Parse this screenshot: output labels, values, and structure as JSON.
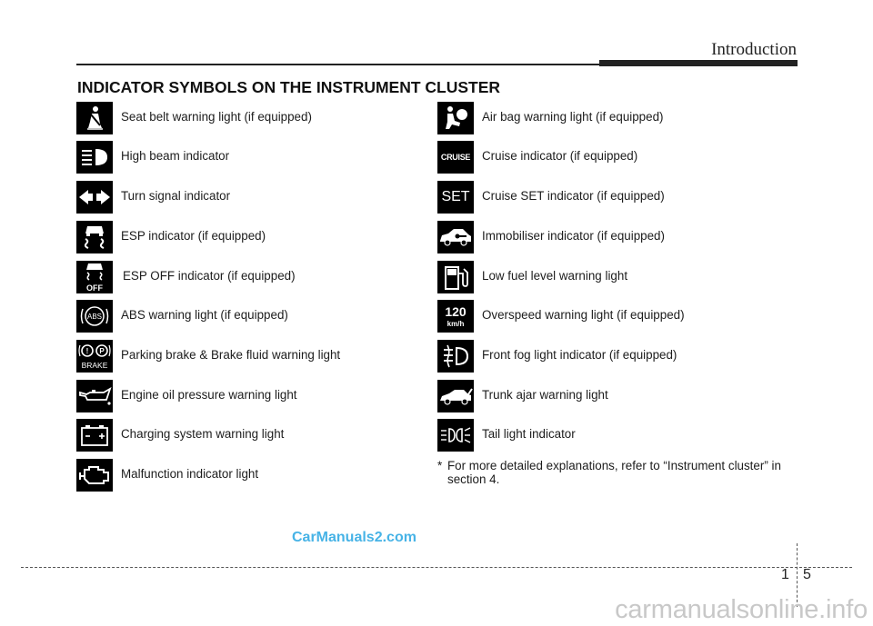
{
  "header": {
    "section": "Introduction",
    "heading": "INDICATOR SYMBOLS ON THE INSTRUMENT CLUSTER"
  },
  "left_column": [
    {
      "icon": "seat-belt-icon",
      "label": "Seat belt warning light (if equipped)"
    },
    {
      "icon": "high-beam-icon",
      "label": "High beam indicator"
    },
    {
      "icon": "turn-signal-icon",
      "label": "Turn signal indicator"
    },
    {
      "icon": "esp-icon",
      "label": "ESP indicator (if equipped)"
    },
    {
      "icon": "esp-off-icon",
      "label": "ESP OFF indicator (if equipped)",
      "icon_text": "OFF"
    },
    {
      "icon": "abs-icon",
      "label": "ABS warning light (if equipped)",
      "icon_text": "ABS"
    },
    {
      "icon": "brake-icon",
      "label": "Parking brake & Brake fluid warning light",
      "icon_text": "BRAKE"
    },
    {
      "icon": "oil-pressure-icon",
      "label": "Engine oil pressure warning light"
    },
    {
      "icon": "battery-icon",
      "label": "Charging system warning light"
    },
    {
      "icon": "engine-icon",
      "label": "Malfunction indicator light"
    }
  ],
  "right_column": [
    {
      "icon": "airbag-icon",
      "label": "Air bag warning light (if equipped)"
    },
    {
      "icon": "cruise-icon",
      "label": "Cruise indicator (if equipped)",
      "icon_text": "CRUISE"
    },
    {
      "icon": "cruise-set-icon",
      "label": "Cruise SET indicator (if equipped)",
      "icon_text": "SET"
    },
    {
      "icon": "immobiliser-icon",
      "label": "Immobiliser indicator (if equipped)"
    },
    {
      "icon": "fuel-icon",
      "label": "Low fuel level warning light"
    },
    {
      "icon": "overspeed-icon",
      "label": "Overspeed warning light (if equipped)",
      "icon_text": "120",
      "icon_subtext": "km/h"
    },
    {
      "icon": "front-fog-icon",
      "label": "Front fog light indicator (if equipped)"
    },
    {
      "icon": "trunk-icon",
      "label": "Trunk ajar warning light"
    },
    {
      "icon": "tail-light-icon",
      "label": "Tail light indicator"
    }
  ],
  "footnote": {
    "marker": "*",
    "text": "For more detailed explanations, refer to “Instrument cluster” in section 4."
  },
  "watermark": "CarManuals2.com",
  "page": {
    "chapter": "1",
    "number": "5"
  },
  "site_footer": "carmanualsonline.info"
}
